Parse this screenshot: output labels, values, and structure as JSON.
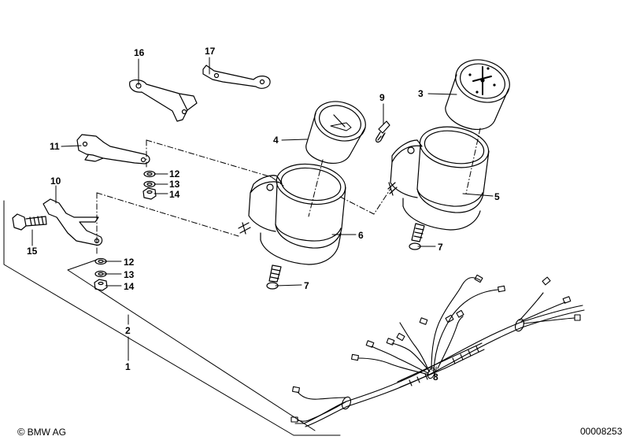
{
  "callouts": [
    {
      "id": "c16",
      "label": "16"
    },
    {
      "id": "c17",
      "label": "17"
    },
    {
      "id": "c9",
      "label": "9"
    },
    {
      "id": "c3",
      "label": "3"
    },
    {
      "id": "c4",
      "label": "4"
    },
    {
      "id": "c11",
      "label": "11"
    },
    {
      "id": "c12a",
      "label": "12"
    },
    {
      "id": "c13a",
      "label": "13"
    },
    {
      "id": "c14a",
      "label": "14"
    },
    {
      "id": "c10",
      "label": "10"
    },
    {
      "id": "c5",
      "label": "5"
    },
    {
      "id": "c15",
      "label": "15"
    },
    {
      "id": "c6",
      "label": "6"
    },
    {
      "id": "c7a",
      "label": "7"
    },
    {
      "id": "c12b",
      "label": "12"
    },
    {
      "id": "c13b",
      "label": "13"
    },
    {
      "id": "c14b",
      "label": "14"
    },
    {
      "id": "c7b",
      "label": "7"
    },
    {
      "id": "c2",
      "label": "2"
    },
    {
      "id": "c1",
      "label": "1"
    },
    {
      "id": "c8",
      "label": "8"
    }
  ],
  "footer": {
    "copyright_symbol": "©",
    "copyright_text": "BMW AG",
    "reference_number": "00008253"
  }
}
